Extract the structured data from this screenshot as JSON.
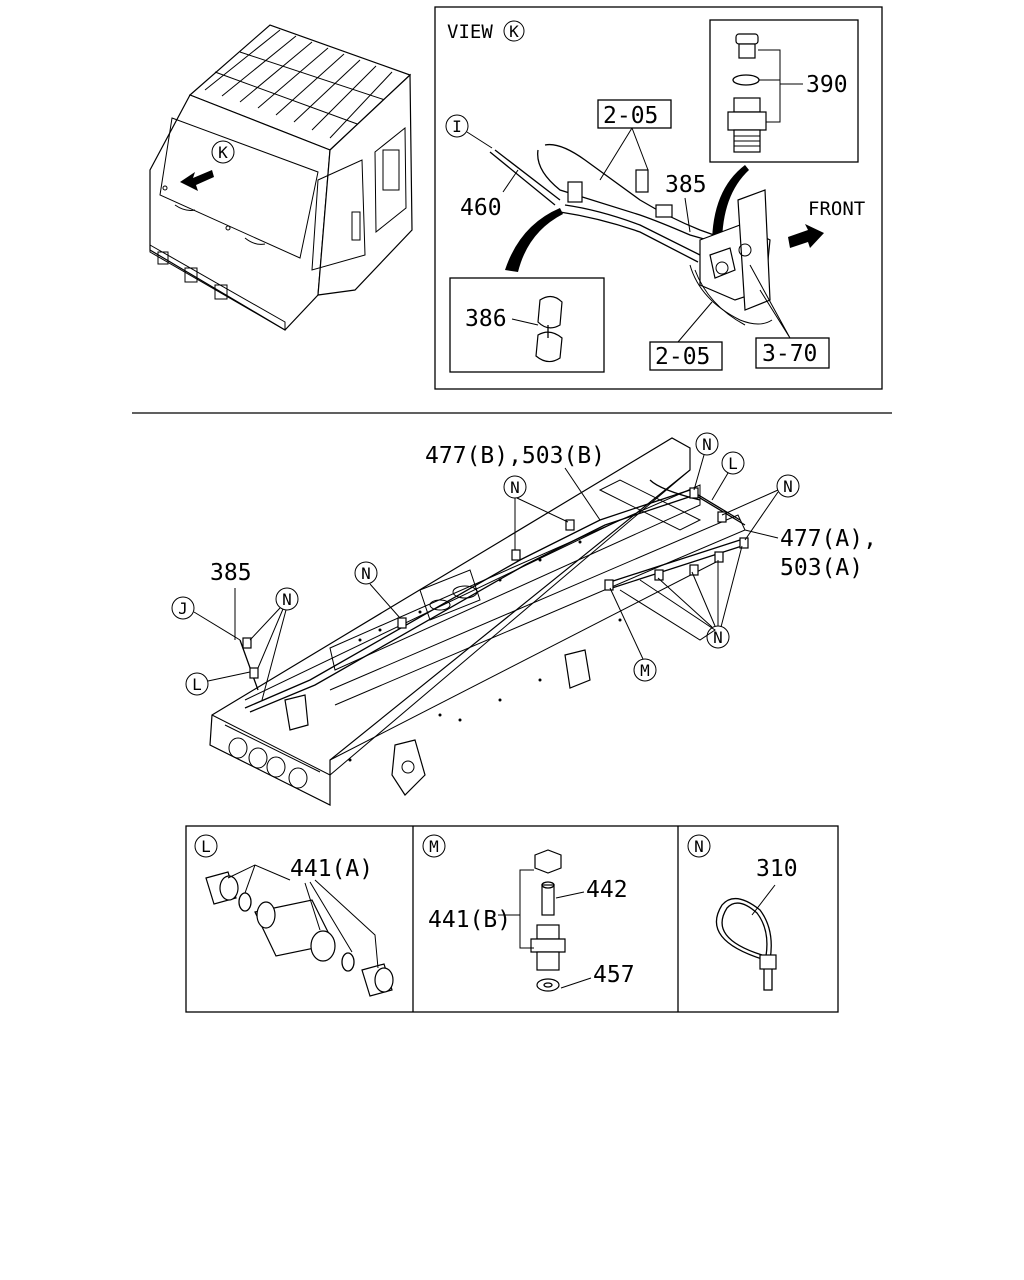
{
  "view_k": {
    "title": "VIEW",
    "title_ref": "K",
    "front": "FRONT",
    "callouts": {
      "c390": "390",
      "c2_05_top": "2-05",
      "c385": "385",
      "c460": "460",
      "c386": "386",
      "c2_05_bottom": "2-05",
      "c3_70": "3-70",
      "ref_i": "I"
    }
  },
  "cab": {
    "ref_k": "K"
  },
  "chassis": {
    "c477b": "477(B),503(B)",
    "c477a_1": "477(A),",
    "c477a_2": "503(A)",
    "c385": "385",
    "refs": {
      "n": "N",
      "l": "L",
      "j": "J",
      "m": "M"
    }
  },
  "details": {
    "l": {
      "ref": "L",
      "part": "441(A)"
    },
    "m": {
      "ref": "M",
      "part_441b": "441(B)",
      "part_442": "442",
      "part_457": "457"
    },
    "n": {
      "ref": "N",
      "part": "310"
    }
  }
}
